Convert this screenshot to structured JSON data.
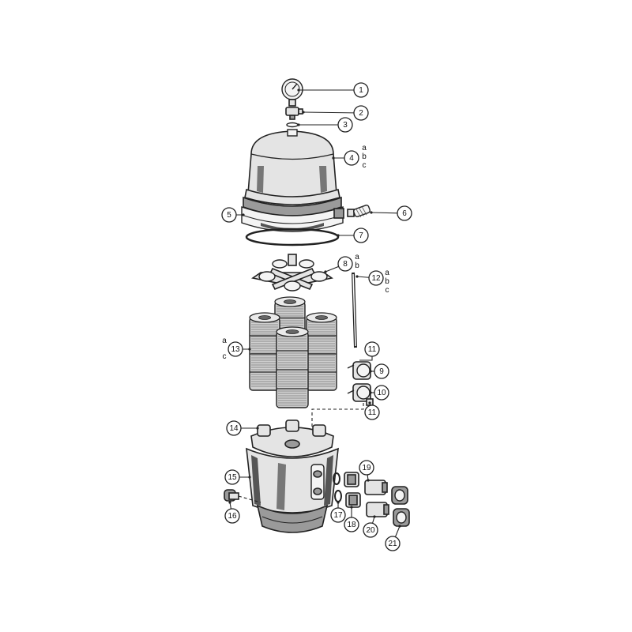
{
  "callouts": [
    {
      "label": "1"
    },
    {
      "label": "2"
    },
    {
      "label": "3"
    },
    {
      "label": "4"
    },
    {
      "label": "5"
    },
    {
      "label": "6"
    },
    {
      "label": "7"
    },
    {
      "label": "8"
    },
    {
      "label": "12"
    },
    {
      "label": "13"
    },
    {
      "label": "11"
    },
    {
      "label": "9"
    },
    {
      "label": "10"
    },
    {
      "label": "11"
    },
    {
      "label": "14"
    },
    {
      "label": "15"
    },
    {
      "label": "16"
    },
    {
      "label": "17"
    },
    {
      "label": "18"
    },
    {
      "label": "19"
    },
    {
      "label": "20"
    },
    {
      "label": "21"
    }
  ],
  "variant_letters": {
    "part4": [
      "a",
      "b",
      "c"
    ],
    "part8": [
      "a",
      "b"
    ],
    "part12": [
      "a",
      "b",
      "c"
    ],
    "part13": [
      "a",
      "c"
    ]
  },
  "colors": {
    "line": "#222222",
    "body_fill": "#e4e4e4",
    "dark_fill": "#9a9a9a",
    "background": "#ffffff"
  }
}
